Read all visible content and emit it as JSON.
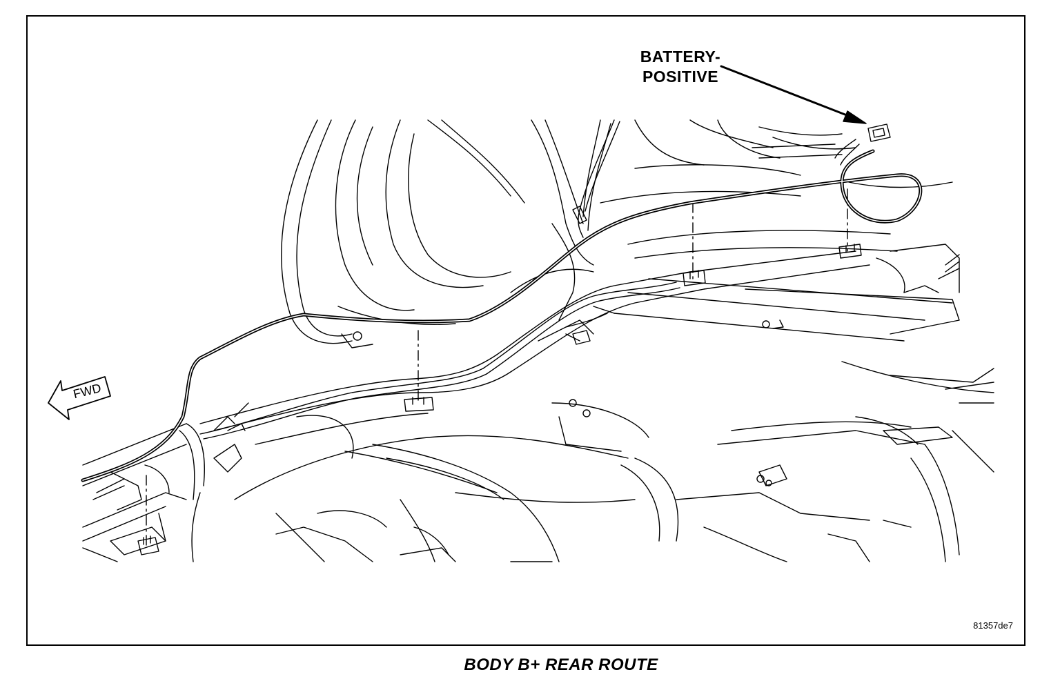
{
  "callouts": {
    "battery_positive_line1": "BATTERY-",
    "battery_positive_line2": "POSITIVE"
  },
  "direction_indicator": "FWD",
  "figure_id": "81357de7",
  "caption": "BODY B+ REAR ROUTE",
  "colors": {
    "line": "#000000",
    "background": "#ffffff"
  }
}
